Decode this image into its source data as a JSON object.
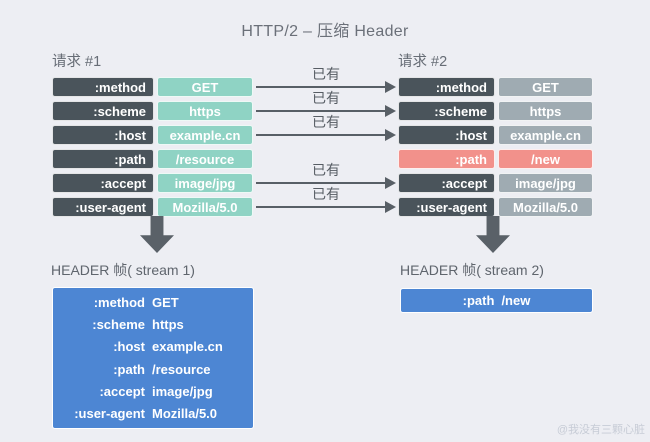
{
  "title": "HTTP/2 – 压缩 Header",
  "request1": {
    "label": "请求 #1",
    "rows": [
      {
        "key": ":method",
        "value": "GET"
      },
      {
        "key": ":scheme",
        "value": "https"
      },
      {
        "key": ":host",
        "value": "example.cn"
      },
      {
        "key": ":path",
        "value": "/resource"
      },
      {
        "key": ":accept",
        "value": "image/jpg"
      },
      {
        "key": ":user-agent",
        "value": "Mozilla/5.0"
      }
    ]
  },
  "request2": {
    "label": "请求 #2",
    "rows": [
      {
        "key": ":method",
        "value": "GET",
        "changed": false
      },
      {
        "key": ":scheme",
        "value": "https",
        "changed": false
      },
      {
        "key": ":host",
        "value": "example.cn",
        "changed": false
      },
      {
        "key": ":path",
        "value": "/new",
        "changed": true
      },
      {
        "key": ":accept",
        "value": "image/jpg",
        "changed": false
      },
      {
        "key": ":user-agent",
        "value": "Mozilla/5.0",
        "changed": false
      }
    ]
  },
  "arrows": {
    "label": "已有",
    "count": 5
  },
  "frame1": {
    "label": "HEADER 帧( stream 1)",
    "rows": [
      {
        "key": ":method",
        "value": "GET"
      },
      {
        "key": ":scheme",
        "value": "https"
      },
      {
        "key": ":host",
        "value": "example.cn"
      },
      {
        "key": ":path",
        "value": "/resource"
      },
      {
        "key": ":accept",
        "value": "image/jpg"
      },
      {
        "key": ":user-agent",
        "value": "Mozilla/5.0"
      }
    ]
  },
  "frame2": {
    "label": "HEADER 帧( stream 2)",
    "key": ":path",
    "value": "/new"
  },
  "watermark": "@我没有三颗心脏",
  "colors": {
    "background": "#edeef3",
    "key_cell": "#4a545b",
    "value_cell_teal": "#8fd3c4",
    "value_cell_gray": "#9fabb2",
    "changed_cell": "#f2918b",
    "frame_blue": "#4d86d3",
    "arrow": "#585f66"
  }
}
